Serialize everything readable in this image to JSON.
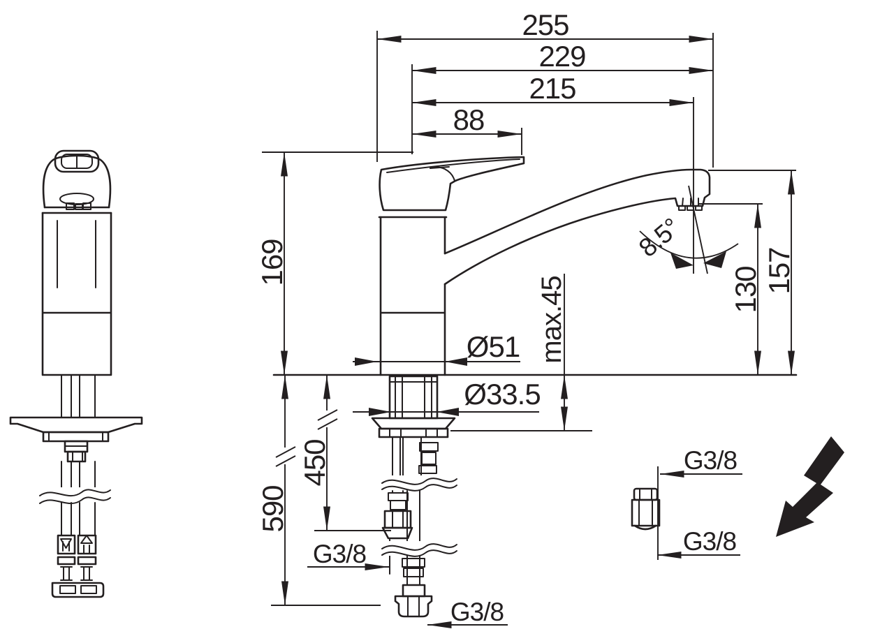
{
  "diagram": {
    "type": "technical-dimension-drawing",
    "subject": "single-lever kitchen faucet with supply hoses",
    "colors": {
      "line": "#231f20",
      "background": "#ffffff"
    },
    "dimensions": {
      "overall_projection": "255",
      "spout_projection_outer": "229",
      "spout_projection": "215",
      "lever_length": "88",
      "height_to_lever_top": "169",
      "height_spout_end": "157",
      "height_outlet": "130",
      "outlet_angle": "8.5°",
      "body_diameter": "Ø51",
      "mounting_hole_diameter": "Ø33.5",
      "max_counter_thickness": "max.45",
      "hose_length_short": "450",
      "hose_length_long": "590"
    },
    "connections": {
      "hose_left_thread": "G3/8",
      "hose_bottom_thread": "G3/8",
      "adapter_top_thread": "G3/8",
      "adapter_bottom_thread": "G3/8"
    },
    "icons": {
      "lightning_bolt": "⚡"
    }
  }
}
